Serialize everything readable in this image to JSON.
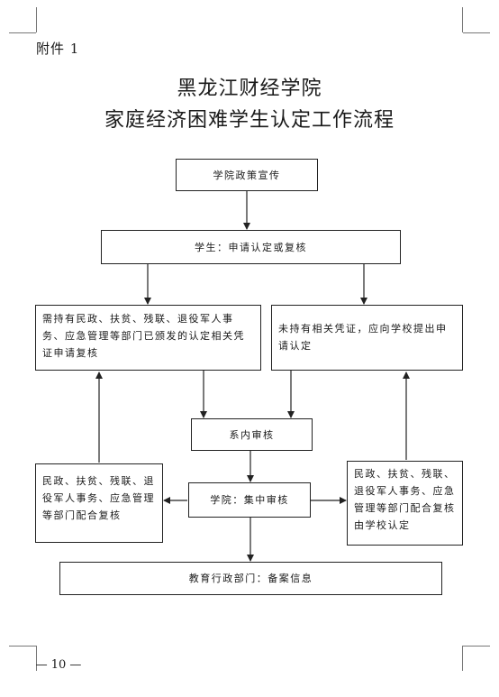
{
  "attachment_label": "附件 1",
  "title": {
    "line1": "黑龙江财经学院",
    "line2": "家庭经济困难学生认定工作流程"
  },
  "flow": {
    "policy": "学院政策宣传",
    "apply": "学生：申请认定或复核",
    "with_cert": "需持有民政、扶贫、残联、退役军人事务、应急管理等部门已颁发的认定相关凭证申请复核",
    "without_cert": "未持有相关凭证，应向学校提出申请认定",
    "dept_review": "系内审核",
    "left_coop": "民政、扶贫、残联、退役军人事务、应急管理等部门配合复核",
    "college_review": "学院：集中审核",
    "right_coop": "民政、扶贫、残联、退役军人事务、应急管理等部门配合复核由学校认定",
    "filing": "教育行政部门：备案信息"
  },
  "page_number": "— 10 —"
}
